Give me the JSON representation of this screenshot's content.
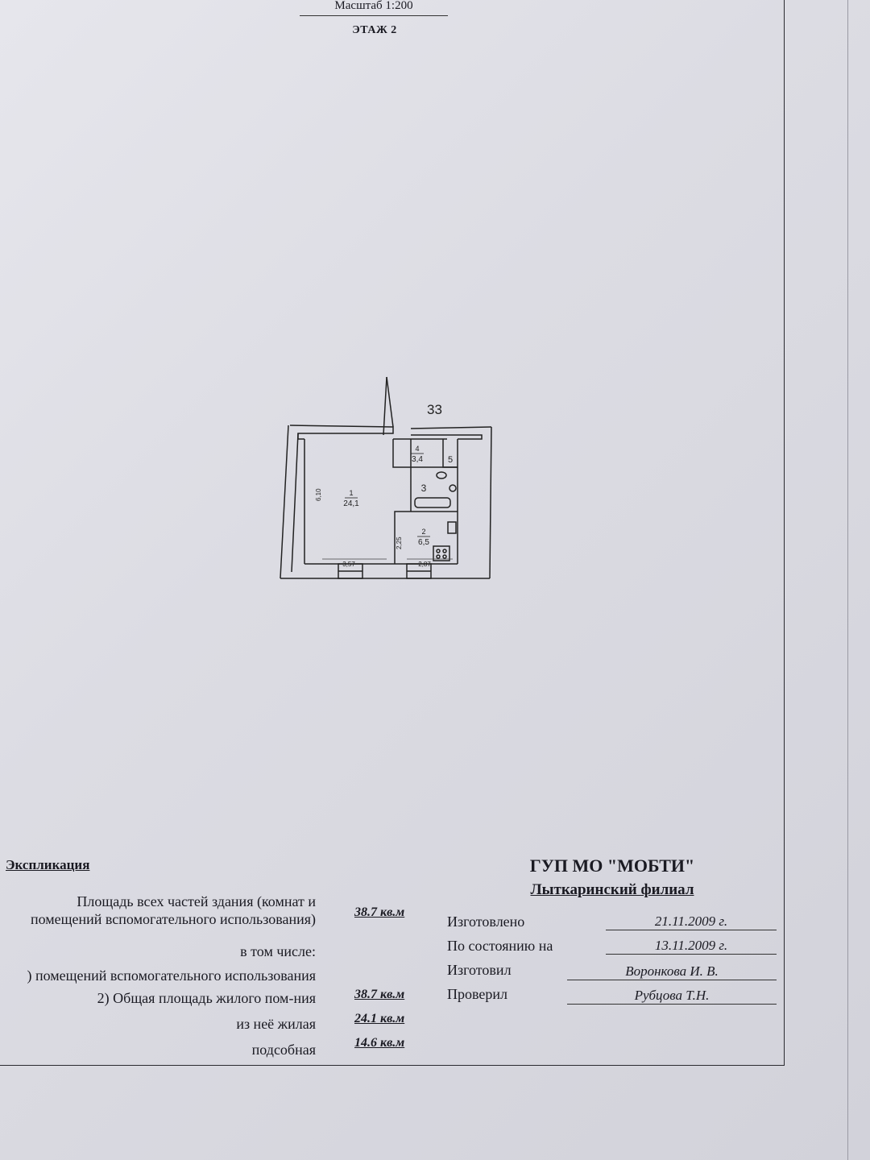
{
  "header": {
    "scale": "Масштаб 1:200",
    "floor": "ЭТАЖ 2"
  },
  "plan": {
    "apartment_number": "33",
    "rooms": [
      {
        "num": "1",
        "area": "24,1"
      },
      {
        "num": "2",
        "area": "6,5"
      },
      {
        "num": "3",
        "area": ""
      },
      {
        "num": "4",
        "area": "3,4"
      },
      {
        "num": "5",
        "area": ""
      }
    ],
    "dimensions": {
      "height_left": "6,10",
      "width_room1": "3,57",
      "width_kitchen": "2,87",
      "height_kitchen": "2,25"
    }
  },
  "explication": {
    "title": "Экспликация",
    "total_label_1": "Площадь всех частей здания (комнат и",
    "total_label_2": "помещений вспомогательного использования)",
    "total_value": "38.7 кв.м",
    "including": "в том числе:",
    "aux_label": ") помещений вспомогательного использования",
    "living_total_label": "2) Общая площадь жилого пом-ния",
    "living_total_value": "38.7 кв.м",
    "living_label": "из неё жилая",
    "living_value": "24.1 кв.м",
    "utility_label": "подсобная",
    "utility_value": "14.6 кв.м"
  },
  "stamp": {
    "org": "ГУП МО \"МОБТИ\"",
    "branch": "Лыткаринский филиал",
    "made_label": "Изготовлено",
    "made_value": "21.11.2009 г.",
    "state_label": "По состоянию на",
    "state_value": "13.11.2009 г.",
    "maker_label": "Изготовил",
    "maker_value": "Воронкова И. В.",
    "checker_label": "Проверил",
    "checker_value": "Рубцова Т.Н."
  }
}
